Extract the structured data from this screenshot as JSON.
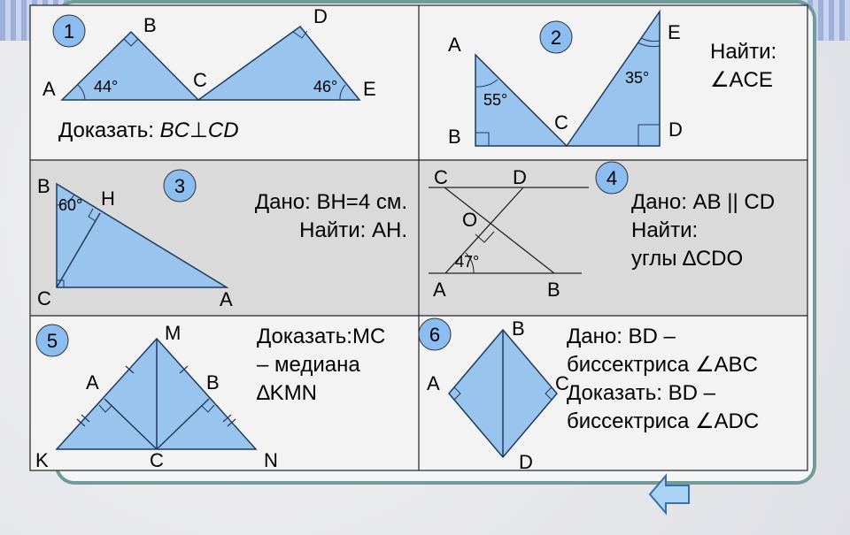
{
  "colors": {
    "fill": "#99c4ee",
    "cell_light": "#f3f3f3",
    "cell_dark": "#dadada",
    "badge": "#8bbdf0",
    "frame": "#6f9b98"
  },
  "p1": {
    "num": "1",
    "A": "A",
    "B": "B",
    "C": "C",
    "D": "D",
    "E": "E",
    "ang1": "44°",
    "ang2": "46°",
    "prove": "Доказать:",
    "prove_expr": "BC⊥CD"
  },
  "p2": {
    "num": "2",
    "A": "A",
    "B": "B",
    "C": "C",
    "D": "D",
    "E": "E",
    "ang1": "55°",
    "ang2": "35°",
    "find": "Найти:",
    "find_expr": "∠ACE"
  },
  "p3": {
    "num": "3",
    "B": "B",
    "H": "H",
    "C": "C",
    "A": "A",
    "ang": "60°",
    "given": "Дано: BH=4 см.",
    "find": "Найти: AH."
  },
  "p4": {
    "num": "4",
    "C": "C",
    "D": "D",
    "O": "O",
    "A": "A",
    "B": "B",
    "ang": "47°",
    "given": "Дано: AB || CD",
    "find": "Найти:",
    "find_expr": "углы ∆CDO"
  },
  "p5": {
    "num": "5",
    "M": "M",
    "A": "A",
    "B": "B",
    "K": "K",
    "C": "C",
    "N": "N",
    "line1": "Доказать:MC",
    "line2": "– медиана",
    "line3": "∆KMN"
  },
  "p6": {
    "num": "6",
    "A": "A",
    "B": "B",
    "C": "C",
    "D": "D",
    "line1": "Дано: BD –",
    "line2": "биссектриса ∠ABC",
    "line3": "Доказать: BD –",
    "line4": "биссектриса ∠ADC"
  },
  "nav": {
    "back": "back-arrow-icon"
  }
}
